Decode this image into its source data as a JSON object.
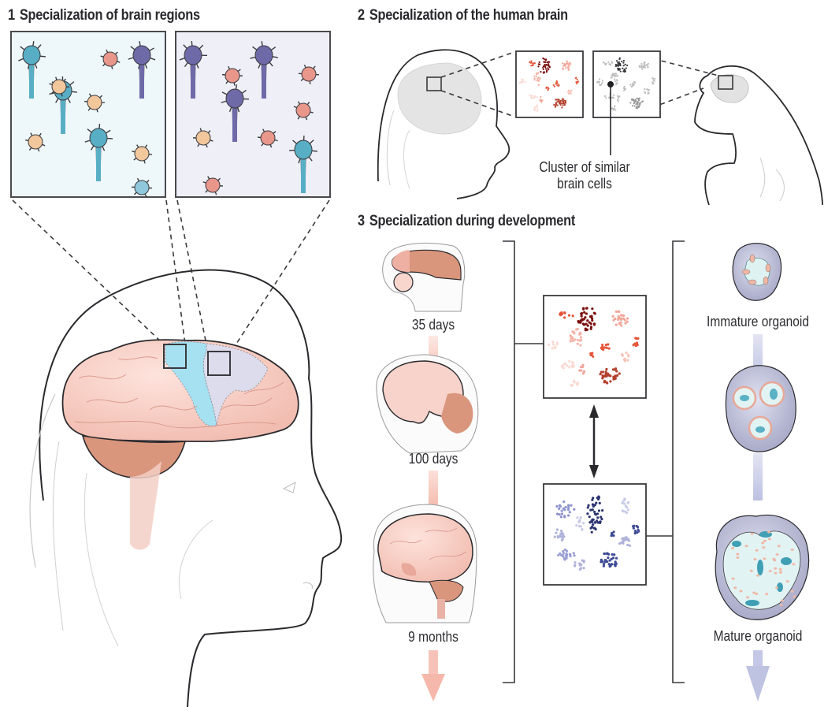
{
  "panels": [
    {
      "number": "1",
      "title": "Specialization of brain regions"
    },
    {
      "number": "2",
      "title": "Specialization of the human brain"
    },
    {
      "number": "3",
      "title": "Specialization during development"
    }
  ],
  "panel2": {
    "annotation_line1": "Cluster of similar",
    "annotation_line2": "brain cells",
    "subjects": [
      "human-head",
      "chimpanzee"
    ]
  },
  "panel3": {
    "stages": [
      {
        "label": "35 days"
      },
      {
        "label": "100 days"
      },
      {
        "label": "9 months"
      }
    ],
    "organoids": [
      {
        "label": "Immature organoid"
      },
      {
        "label": "Mature organoid"
      }
    ]
  },
  "colors": {
    "brain_pink": "#f7cfc6",
    "cerebellum": "#d9967c",
    "region_blue": "#a6e1f2",
    "region_lavender": "#dcdcec",
    "neuron_teal": "#58aec4",
    "neuron_purple": "#6e6aa8",
    "neuron_peach": "#f2c79c",
    "neuron_red": "#e9968b",
    "scatter_red_dark": "#7a0f0f",
    "scatter_blue_dark": "#2c3570",
    "arrow_pink": "#f7c3b8",
    "arrow_lavender": "#c4c8e6",
    "outline": "#3a3a3e"
  }
}
